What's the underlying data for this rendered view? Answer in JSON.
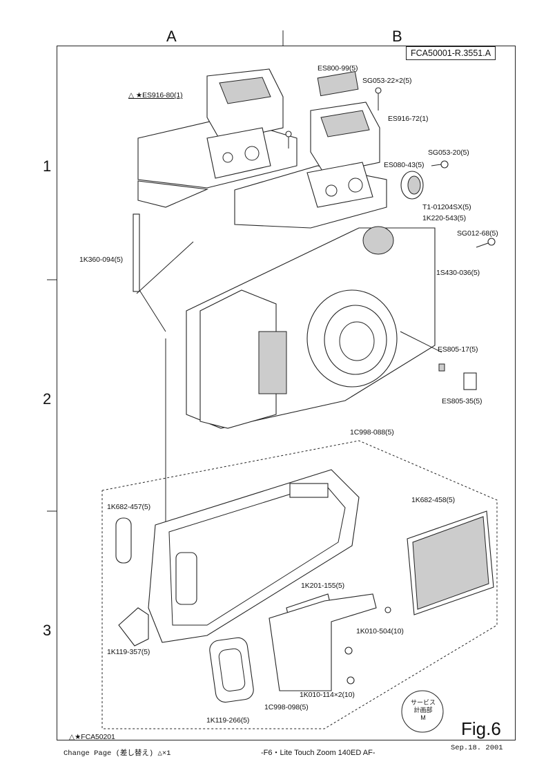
{
  "columns": [
    "A",
    "B"
  ],
  "rows": [
    "1",
    "2",
    "3"
  ],
  "doc_code": "FCA50001-R.3551.A",
  "figure": "Fig.6",
  "revision_note": "△★FCA50201",
  "stamp": "サービス\n計画部\nM",
  "parts": {
    "es916_80": "△ ★ES916-80(1)",
    "es800_99": "ES800-99(5)",
    "sg053_22": "SG053-22×2(5)",
    "es916_72": "ES916-72(1)",
    "sg053_20": "SG053-20(5)",
    "es080_43": "ES080-43(5)",
    "t1_01204": "T1-01204SX(5)",
    "k220_543": "1K220-543(5)",
    "sg012_68": "SG012-68(5)",
    "k360_094": "1K360-094(5)",
    "s430_036": "1S430-036(5)",
    "es805_17": "ES805-17(5)",
    "es805_35": "ES805-35(5)",
    "c998_088": "1C998-088(5)",
    "k682_457": "1K682-457(5)",
    "k682_458": "1K682-458(5)",
    "k201_155": "1K201-155(5)",
    "k010_504": "1K010-504(10)",
    "k119_357": "1K119-357(5)",
    "k010_114": "1K010-114×2(10)",
    "c998_098": "1C998-098(5)",
    "k119_266": "1K119-266(5)"
  },
  "footer": {
    "change_page": "Change  Page (差し替え) △×1",
    "model": "-F6・Lite Touch Zoom 140ED AF-",
    "date": "Sep.18. 2001"
  }
}
